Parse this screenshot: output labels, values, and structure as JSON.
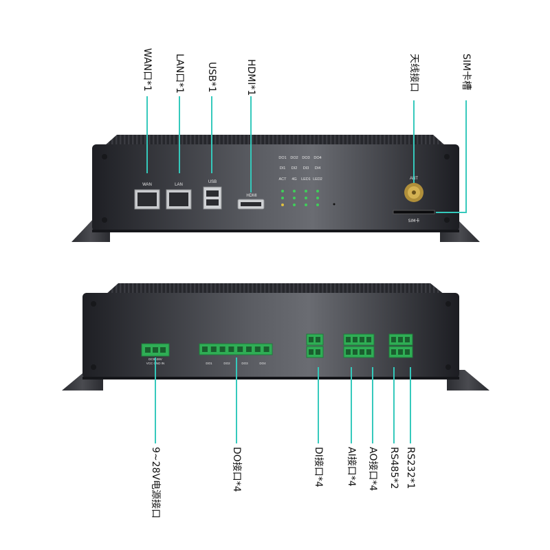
{
  "callouts_top": [
    {
      "label": "WAN口*1"
    },
    {
      "label": "LAN口*1"
    },
    {
      "label": "USB*1"
    },
    {
      "label": "HDMI*1"
    },
    {
      "label": "天线接口"
    },
    {
      "label": "SIM卡槽"
    }
  ],
  "callouts_bottom": [
    {
      "label": "9~28V电源接口"
    },
    {
      "label": "DO接口*4"
    },
    {
      "label": "DI接口*4"
    },
    {
      "label": "AI接口*4"
    },
    {
      "label": "AO接口*4"
    },
    {
      "label": "RS485*2"
    },
    {
      "label": "RS232*1"
    }
  ],
  "front_panel": {
    "port_labels": [
      "WAN",
      "LAN",
      "USB",
      "HDMI"
    ],
    "ant_label": "ANT",
    "sim_label": "SIM卡",
    "led_rows": [
      [
        "DO1",
        "DO2",
        "DO3",
        "DO4"
      ],
      [
        "DI1",
        "DI2",
        "DI3",
        "DI4"
      ],
      [
        "ACT",
        "4G",
        "LED1",
        "LED2"
      ]
    ]
  },
  "back_panel": {
    "power_label_1": "DC9~28V",
    "power_label_2": "VCC  GND  IN",
    "do_labels": [
      "DO1",
      "DO2",
      "DO3",
      "DO4"
    ]
  },
  "colors": {
    "accent": "#35c9bc",
    "terminal_green": "#2fae55",
    "led_green": "#3fcf5a",
    "led_amber": "#e0c040"
  }
}
